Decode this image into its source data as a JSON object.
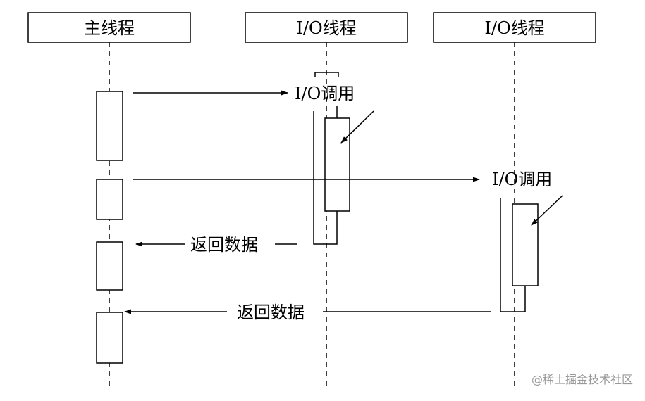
{
  "headers": {
    "main": "主线程",
    "io1": "I/O线程",
    "io2": "I/O线程"
  },
  "labels": {
    "io_call_1": "I/O调用",
    "io_call_2": "I/O调用",
    "return_1": "返回数据",
    "return_2": "返回数据"
  },
  "watermark": "@稀土掘金技术社区",
  "colors": {
    "line": "#000000",
    "watermark": "#9a9a9a"
  }
}
